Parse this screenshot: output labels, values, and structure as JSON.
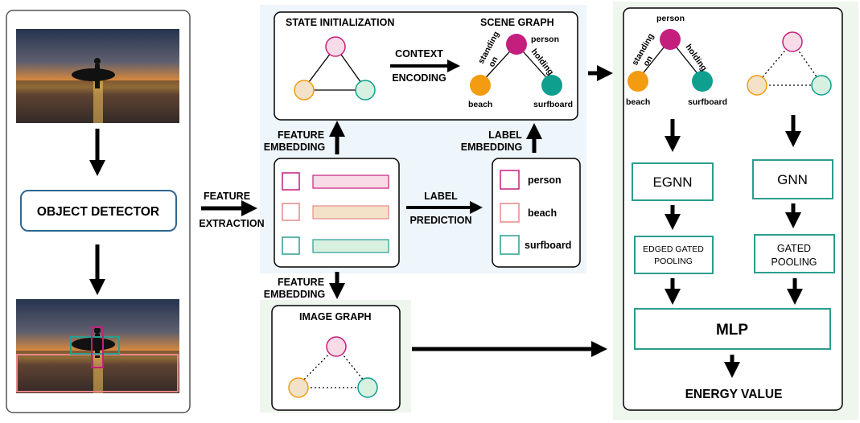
{
  "colors": {
    "person": "#c51f7d",
    "beach": "#f39c12",
    "surfboard": "#0e9f8e",
    "person_light": "#f7dbe6",
    "beach_light": "#f3e2c8",
    "surfboard_light": "#d8f0e0",
    "teal_box": "#2a9d8f",
    "detector_border": "#2f6690",
    "panel_blue": "#eef5fb",
    "panel_green": "#eef6ee"
  },
  "left_panel": {
    "detector_label": "OBJECT DETECTOR"
  },
  "feature_extraction": [
    "FEATURE",
    "EXTRACTION"
  ],
  "state_init": {
    "title": "STATE INITIALIZATION"
  },
  "context_encoding": [
    "CONTEXT",
    "ENCODING"
  ],
  "scene_graph": {
    "title": "SCENE GRAPH",
    "nodes": {
      "person": "person",
      "beach": "beach",
      "surfboard": "surfboard"
    },
    "edges": {
      "standing": "standing",
      "on": "on",
      "holding": "holding"
    }
  },
  "feature_embedding_top": [
    "FEATURE",
    "EMBEDDING"
  ],
  "label_embedding": [
    "LABEL",
    "EMBEDDING"
  ],
  "label_prediction": [
    "LABEL",
    "PREDICTION"
  ],
  "label_box": {
    "items": [
      "person",
      "beach",
      "surfboard"
    ]
  },
  "feature_embedding_bottom": [
    "FEATURE",
    "EMBEDDING"
  ],
  "image_graph": {
    "title": "IMAGE GRAPH"
  },
  "right_panel": {
    "egnn": "EGNN",
    "gnn": "GNN",
    "edged_gated_pooling": [
      "EDGED GATED",
      "POOLING"
    ],
    "gated_pooling": [
      "GATED",
      "POOLING"
    ],
    "mlp": "MLP",
    "energy_value": "ENERGY VALUE",
    "scene_graph_nodes": {
      "person": "person",
      "beach": "beach",
      "surfboard": "surfboard"
    },
    "scene_graph_edges": {
      "standing": "standing",
      "on": "on",
      "holding": "holding"
    }
  }
}
